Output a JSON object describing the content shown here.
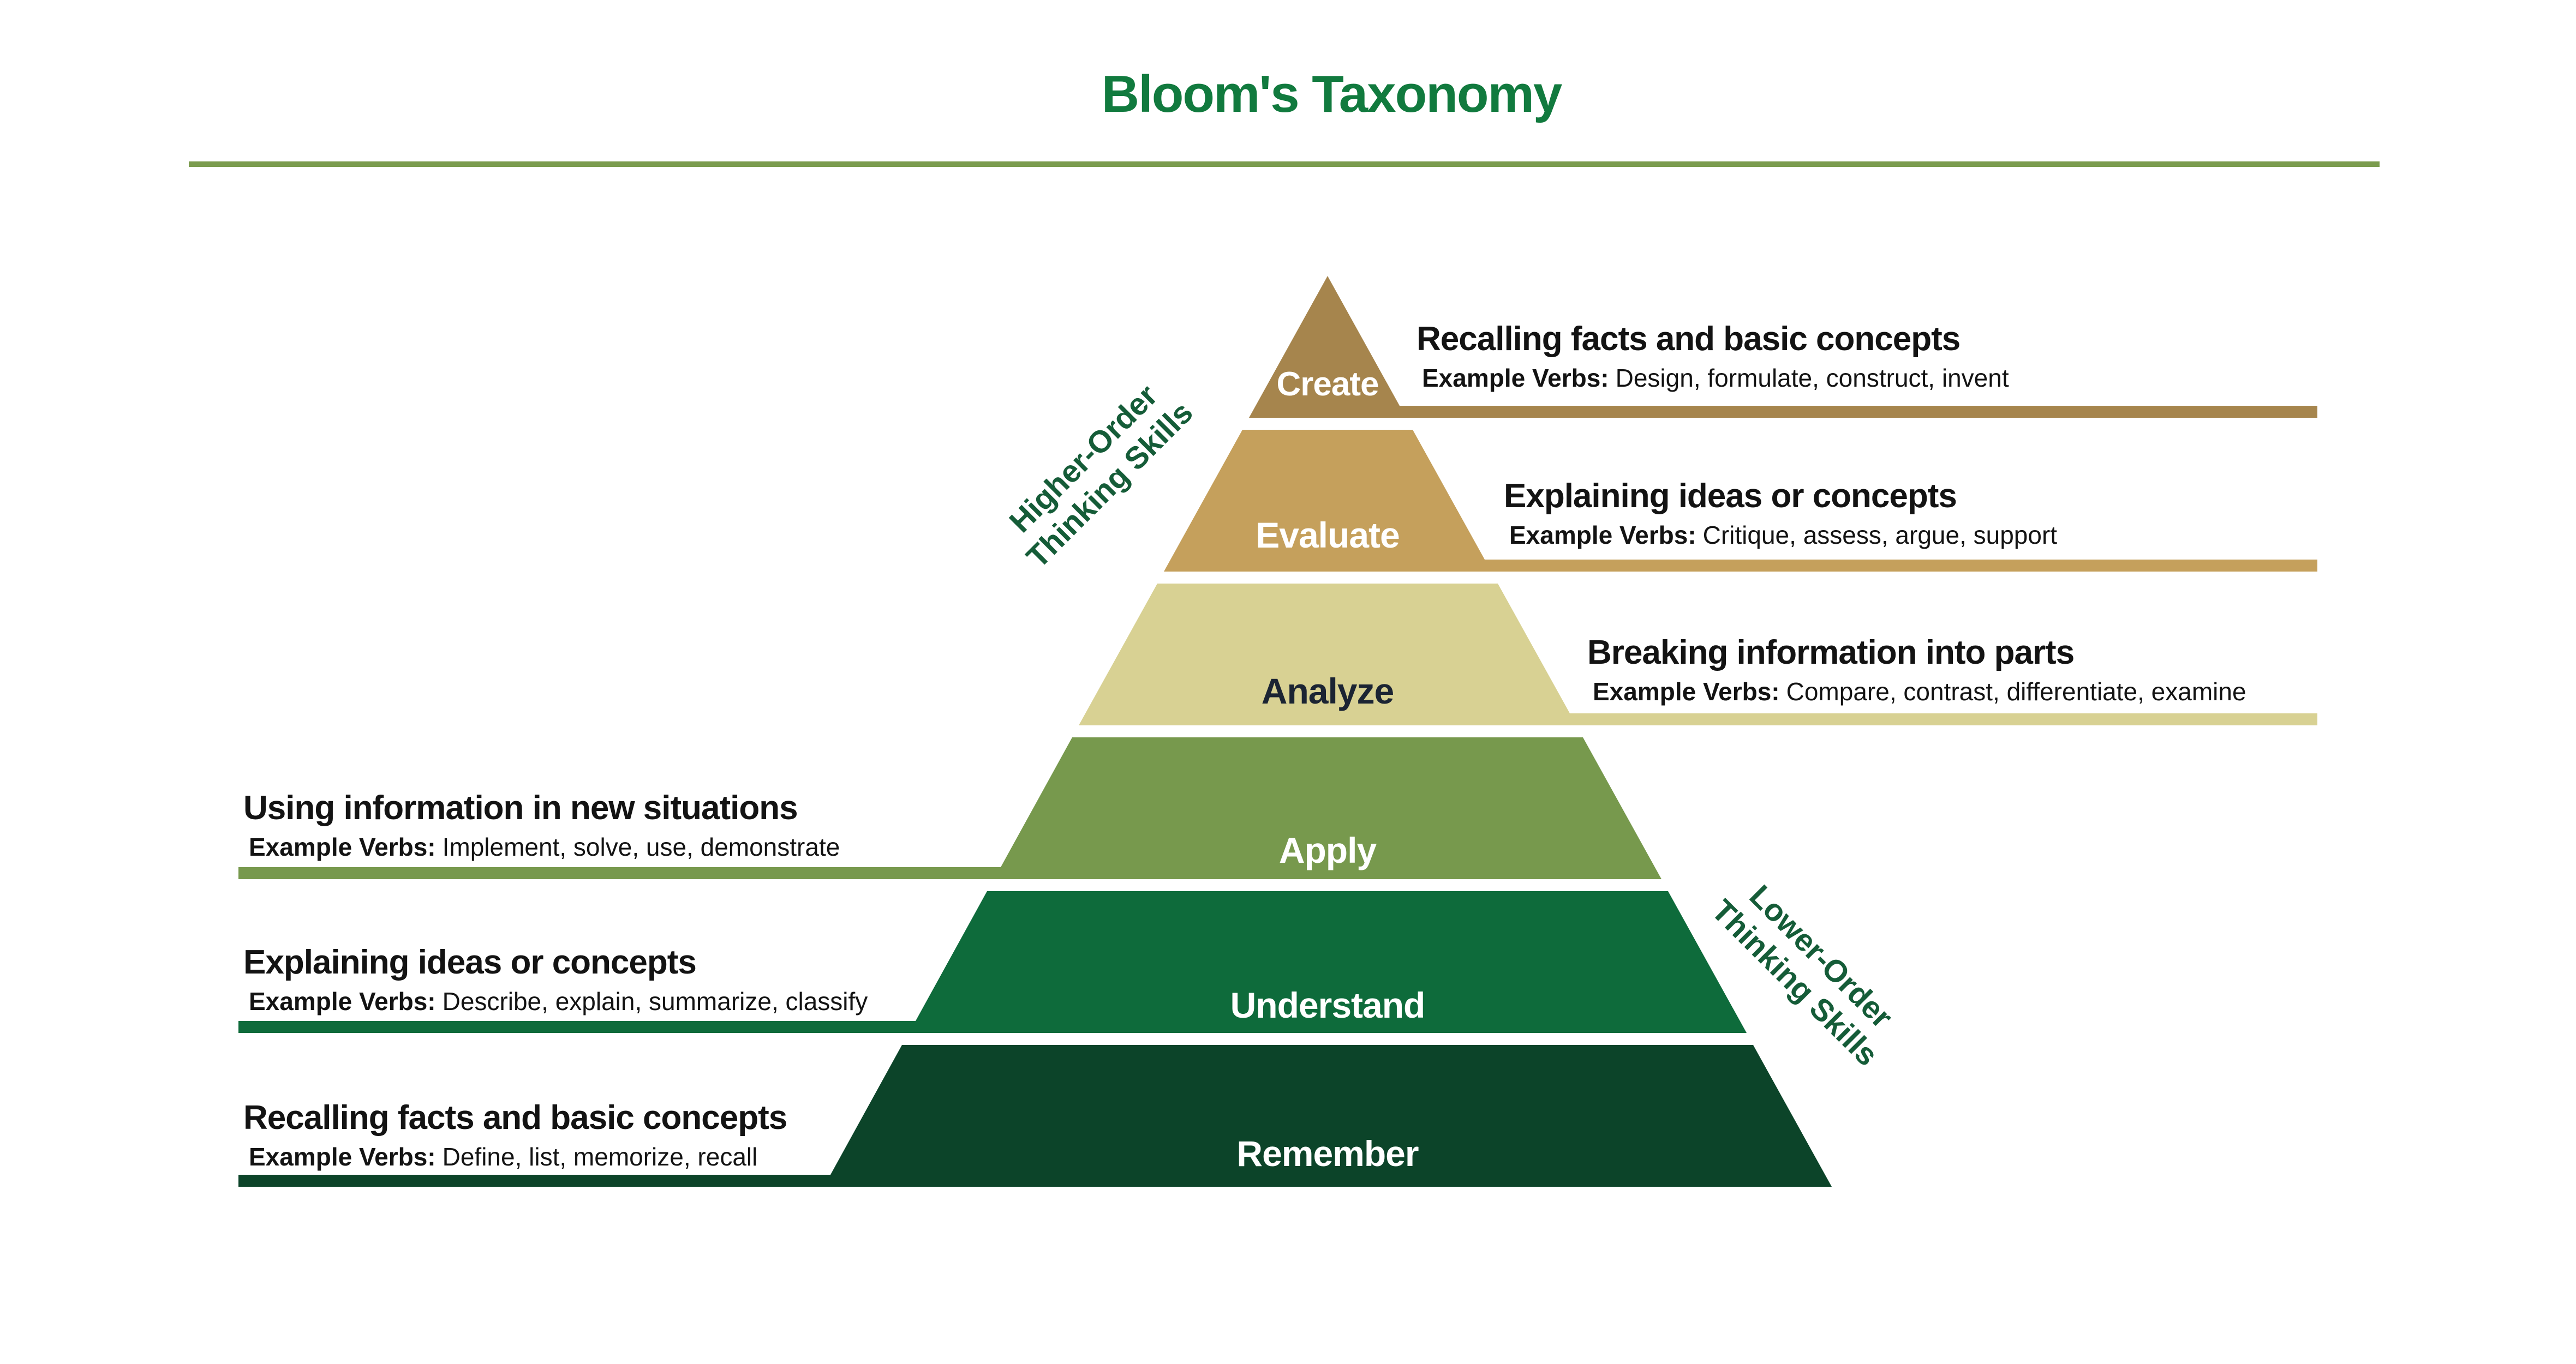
{
  "title": "Bloom's Taxonomy",
  "colors": {
    "title_green": "#117a3e",
    "rule_olive": "#7b9c4e",
    "order_label_green": "#155c38",
    "annotation_text": "#131313",
    "create_tan": "#a6854d",
    "evaluate_gold": "#c5a05c",
    "analyze_khaki": "#d8d193",
    "apply_green": "#77994d",
    "understand_green": "#0e6b3b",
    "remember_green": "#0c4429",
    "white": "#ffffff",
    "analyze_label_dark": "#1b2433"
  },
  "side_labels": {
    "higher_line1": "Higher-Order",
    "higher_line2": "Thinking Skills",
    "lower_line1": "Lower-Order",
    "lower_line2": "Thinking Skills"
  },
  "levels": [
    {
      "name": "Create",
      "color": "#a6854d",
      "label_color": "#ffffff",
      "side": "right",
      "heading": "Recalling facts and basic concepts",
      "verbs_prefix": "Example Verbs:",
      "verbs": "Design, formulate, construct, invent"
    },
    {
      "name": "Evaluate",
      "color": "#c5a05c",
      "label_color": "#ffffff",
      "side": "right",
      "heading": "Explaining ideas or concepts",
      "verbs_prefix": "Example Verbs:",
      "verbs": "Critique, assess, argue, support"
    },
    {
      "name": "Analyze",
      "color": "#d8d193",
      "label_color": "#1b2433",
      "side": "right",
      "heading": "Breaking information into parts",
      "verbs_prefix": "Example Verbs:",
      "verbs": "Compare, contrast, differentiate, examine"
    },
    {
      "name": "Apply",
      "color": "#77994d",
      "label_color": "#ffffff",
      "side": "left",
      "heading": "Using information in new situations",
      "verbs_prefix": "Example Verbs:",
      "verbs": "Implement, solve, use, demonstrate"
    },
    {
      "name": "Understand",
      "color": "#0e6b3b",
      "label_color": "#ffffff",
      "side": "left",
      "heading": "Explaining ideas or concepts",
      "verbs_prefix": "Example Verbs:",
      "verbs": "Describe, explain, summarize, classify"
    },
    {
      "name": "Remember",
      "color": "#0c4429",
      "label_color": "#ffffff",
      "side": "left",
      "heading": "Recalling facts and basic concepts",
      "verbs_prefix": "Example Verbs:",
      "verbs": "Define, list, memorize, recall"
    }
  ]
}
